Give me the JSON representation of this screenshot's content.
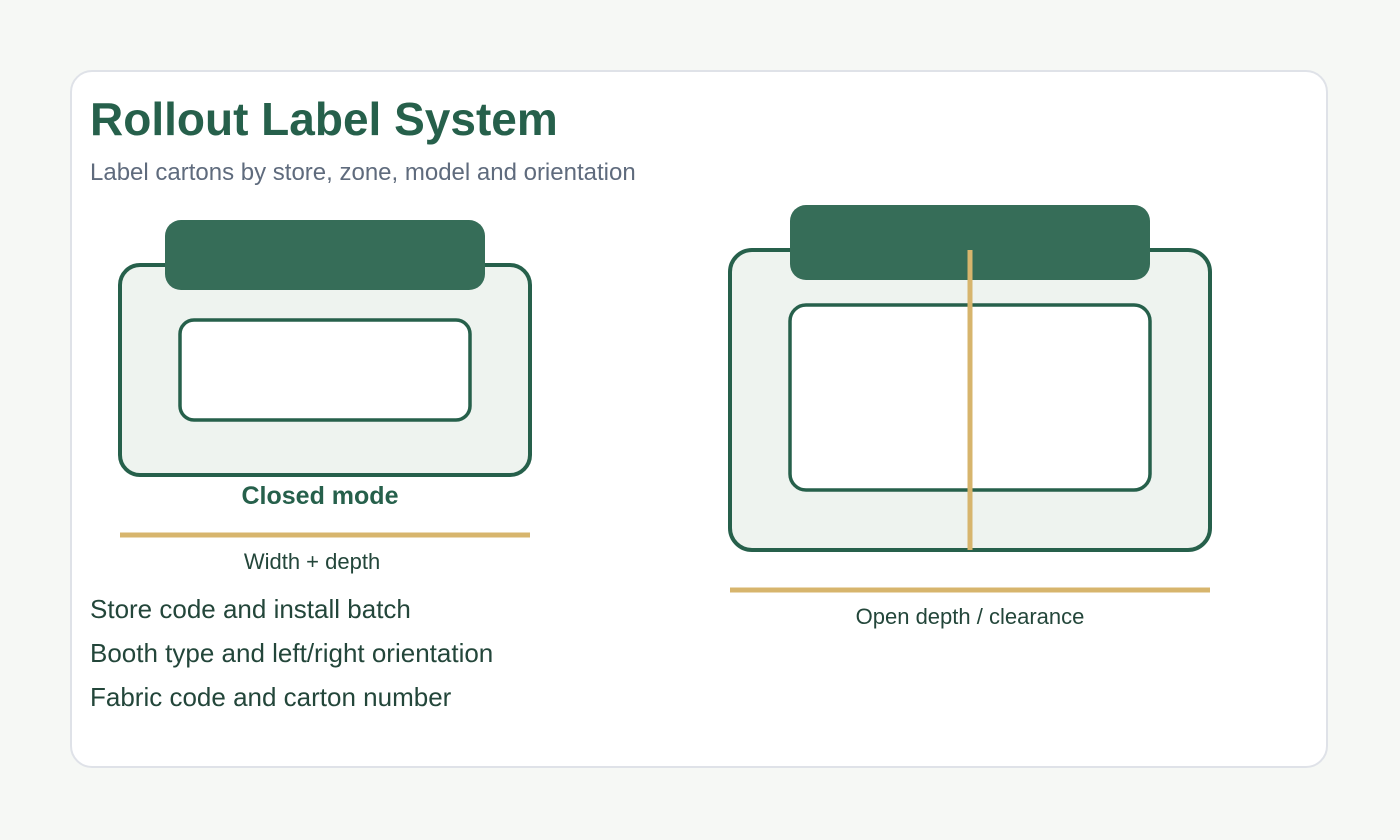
{
  "header": {
    "title": "Rollout Label System",
    "subtitle": "Label cartons by store, zone, model and orientation"
  },
  "closed_view": {
    "caption": "Closed mode",
    "dimension_label": "Width + depth"
  },
  "open_view": {
    "dimension_label": "Open depth / clearance"
  },
  "notes": {
    "items": [
      "Store code and install batch",
      "Booth type and left/right orientation",
      "Fabric code and carton number"
    ]
  },
  "colors": {
    "primary_green": "#26604b",
    "header_green": "#366d58",
    "panel_fill": "#eef3ef",
    "accent_gold": "#d7b56d",
    "title_color": "#26604b",
    "subtitle_color": "#5f6b7d",
    "card_border": "#dfe2e8"
  }
}
